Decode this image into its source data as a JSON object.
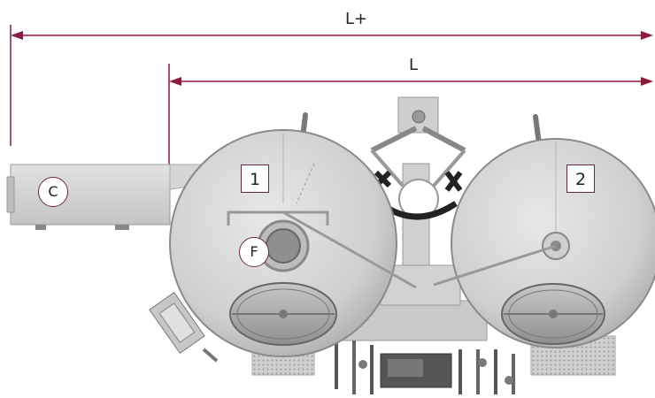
{
  "dimensions": {
    "overall_label": "L+",
    "machine_label": "L"
  },
  "callouts": {
    "vessel_1": "1",
    "vessel_2": "2",
    "c_label": "C",
    "f_label": "F"
  },
  "colors": {
    "dimension_line": "#8e1a3a",
    "metal_light": "#d9d9d9",
    "metal_mid": "#bdbdbd",
    "metal_dark": "#8a8a8a"
  }
}
